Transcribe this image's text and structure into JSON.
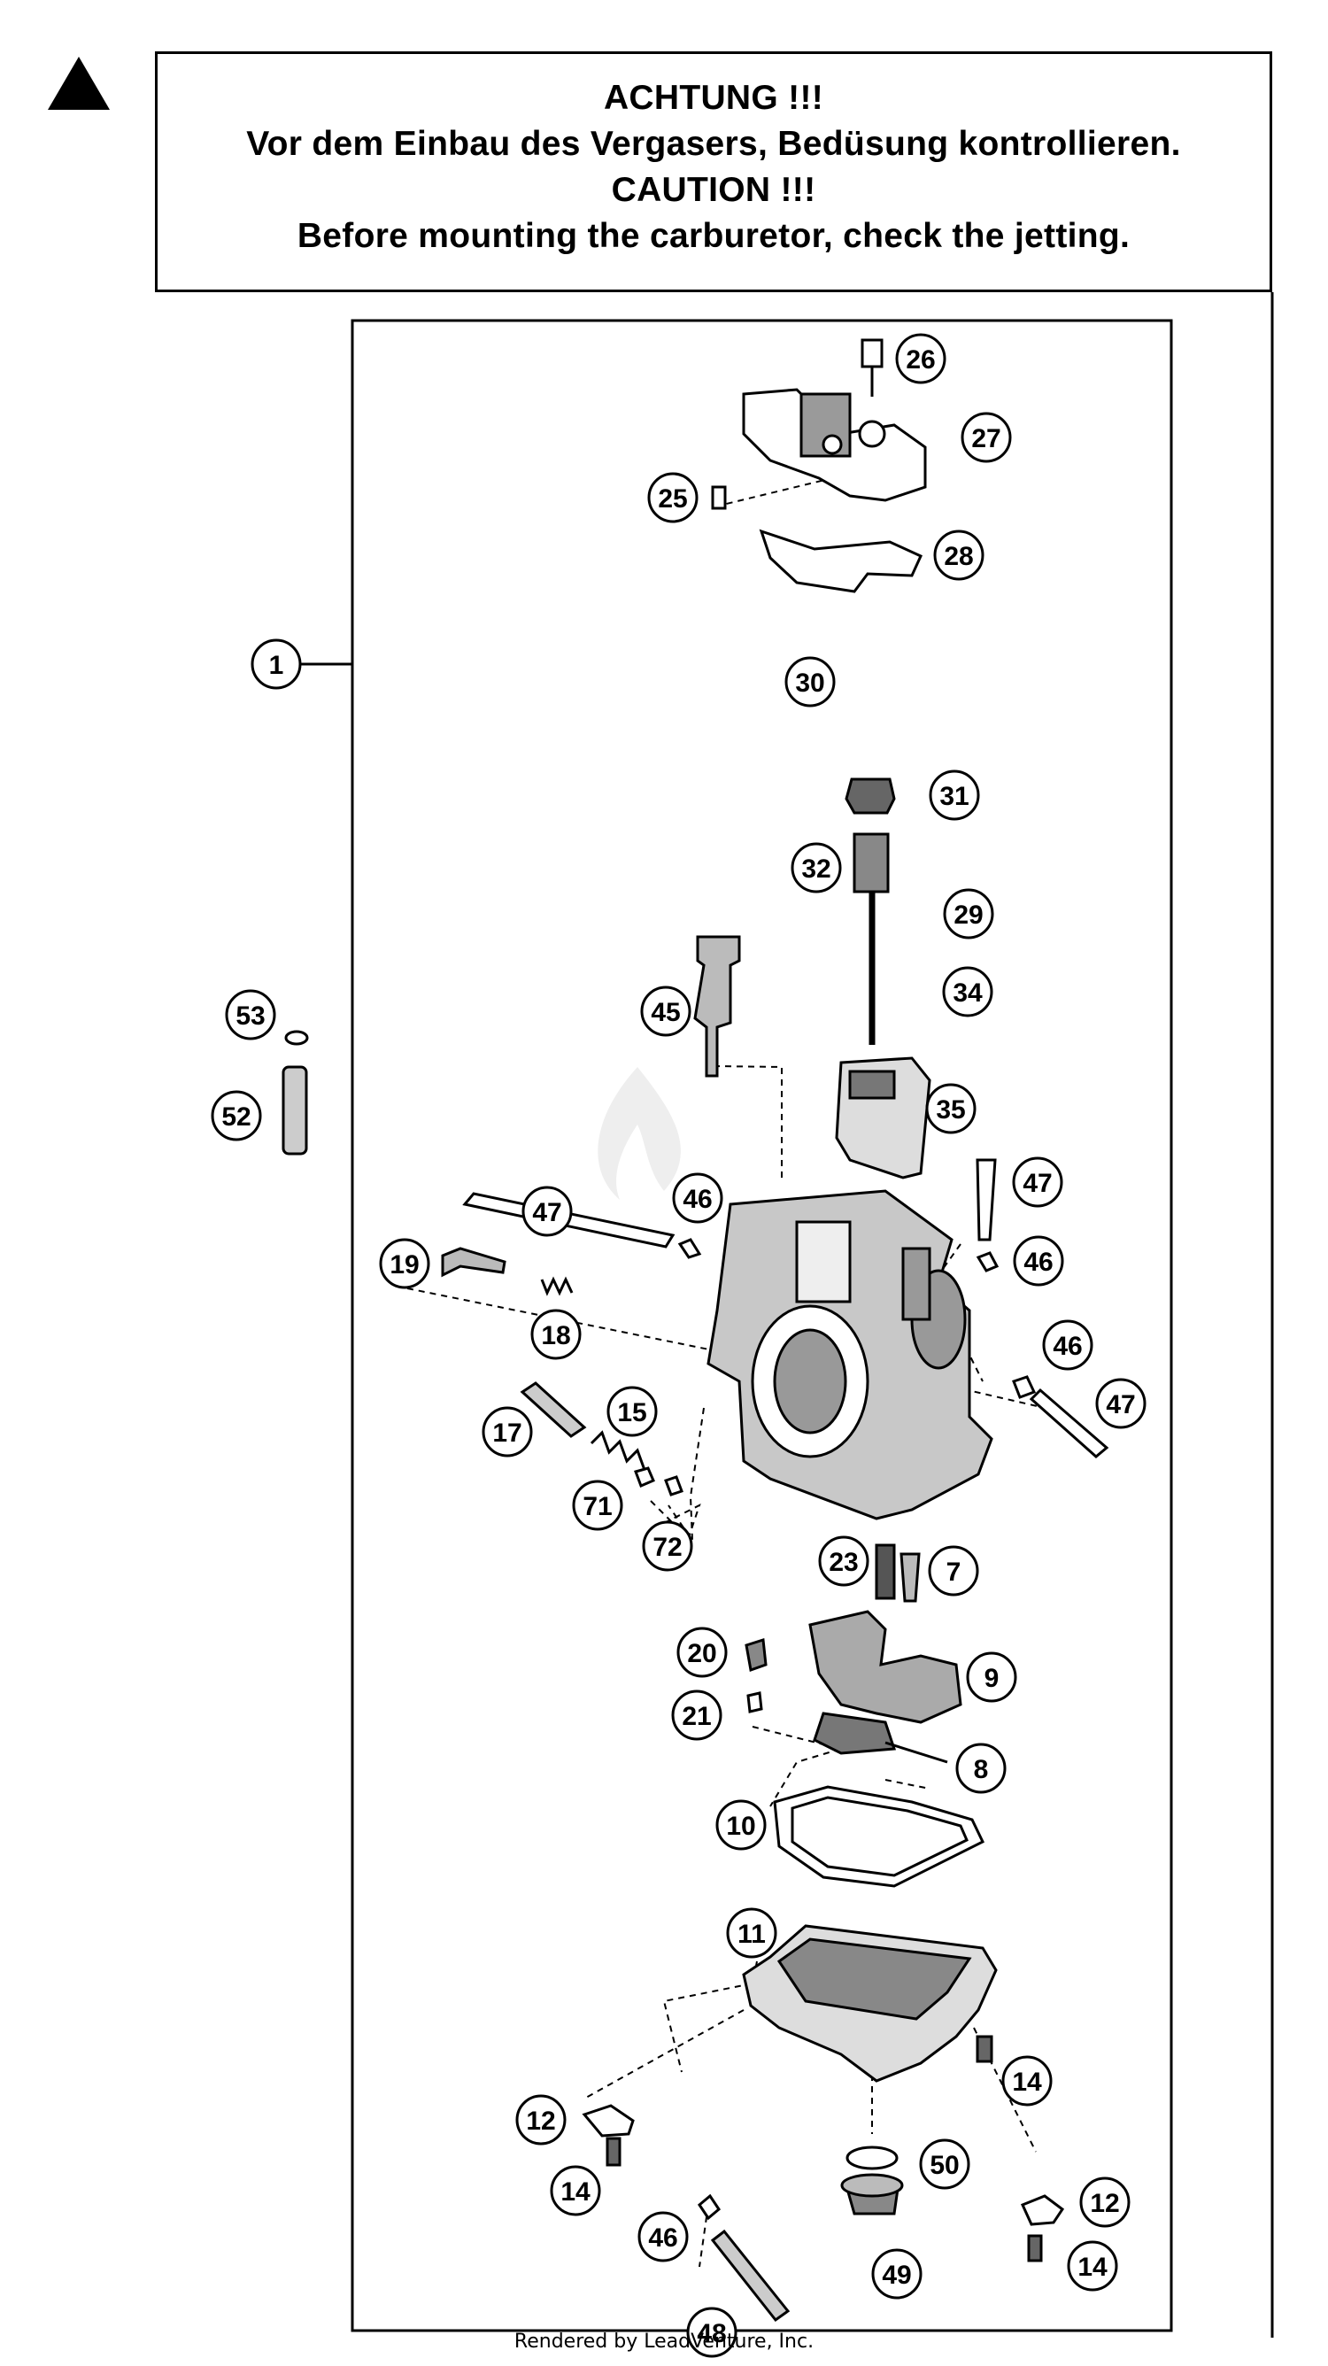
{
  "caution": {
    "line1": "ACHTUNG !!!",
    "line2": "Vor dem Einbau des Vergasers, Bedüsung kontrollieren.",
    "line3": "CAUTION !!!",
    "line4": "Before mounting the carburetor, check the jetting."
  },
  "callouts": [
    "1",
    "26",
    "27",
    "25",
    "28",
    "30",
    "31",
    "32",
    "29",
    "34",
    "45",
    "35",
    "53",
    "52",
    "47",
    "46",
    "47",
    "19",
    "46",
    "18",
    "46",
    "47",
    "17",
    "15",
    "71",
    "72",
    "23",
    "7",
    "20",
    "9",
    "21",
    "8",
    "10",
    "11",
    "14",
    "12",
    "50",
    "12",
    "14",
    "46",
    "49",
    "14",
    "48"
  ],
  "footer": "Rendered by LeadVenture, Inc."
}
